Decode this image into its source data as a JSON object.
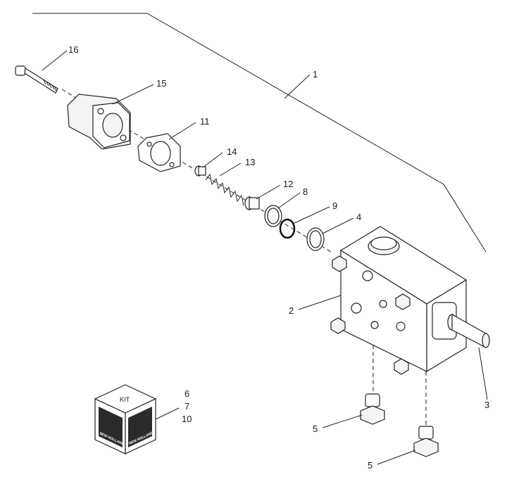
{
  "callouts": {
    "c1": "1",
    "c2": "2",
    "c3": "3",
    "c4": "4",
    "c5a": "5",
    "c5b": "5",
    "c6": "6",
    "c7": "7",
    "c8": "8",
    "c9": "9",
    "c10": "10",
    "c11": "11",
    "c12": "12",
    "c13": "13",
    "c14": "14",
    "c15": "15",
    "c16": "16"
  },
  "kit": {
    "label": "KIT",
    "brand_left": "NEW HOLLAND",
    "brand_right": "NEW HOLLAND"
  },
  "colors": {
    "line": "#222222",
    "background": "#ffffff",
    "logo_fill": "#2b2b2b"
  }
}
